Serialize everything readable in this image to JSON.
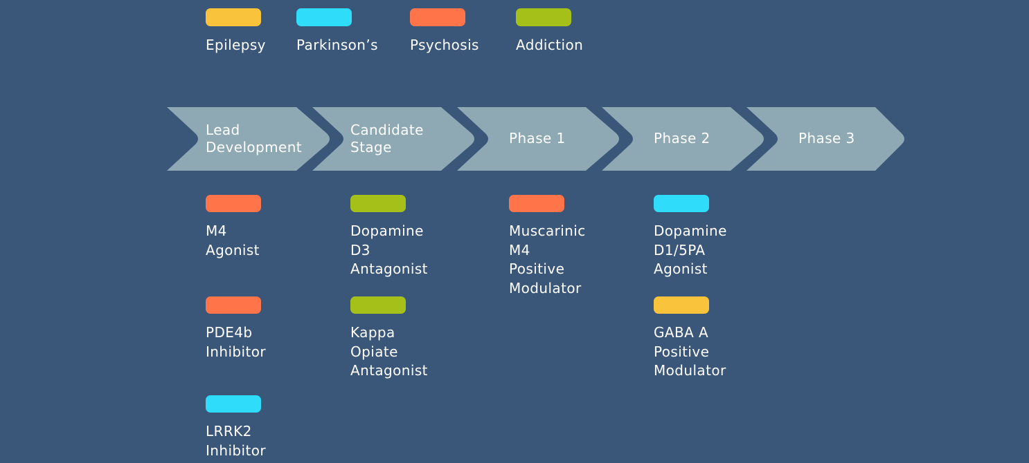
{
  "legend": [
    {
      "label": "Epilepsy",
      "color": "#f9c33b"
    },
    {
      "label": "Parkinson’s",
      "color": "#2fdcf9"
    },
    {
      "label": "Psychosis",
      "color": "#ff7549"
    },
    {
      "label": "Addiction",
      "color": "#a6c01a"
    }
  ],
  "stages": [
    {
      "label": "Lead\nDevelopment"
    },
    {
      "label": "Candidate\nStage"
    },
    {
      "label": "Phase 1"
    },
    {
      "label": "Phase 2"
    },
    {
      "label": "Phase 3"
    }
  ],
  "colors": {
    "background": "#3a5779",
    "chevron": "#8ea9b4",
    "text": "#ffffff"
  },
  "programs": [
    {
      "stage": 0,
      "label": "M4\nAgonist",
      "color": "#ff7549"
    },
    {
      "stage": 0,
      "label": "PDE4b\nInhibitor",
      "color": "#ff7549"
    },
    {
      "stage": 0,
      "label": "LRRK2\nInhibitor",
      "color": "#2fdcf9"
    },
    {
      "stage": 1,
      "label": "Dopamine\nD3\nAntagonist",
      "color": "#a6c01a"
    },
    {
      "stage": 1,
      "label": "Kappa\nOpiate\nAntagonist",
      "color": "#a6c01a"
    },
    {
      "stage": 2,
      "label": "Muscarinic\nM4\nPositive\nModulator",
      "color": "#ff7549"
    },
    {
      "stage": 3,
      "label": "Dopamine\nD1/5PA\nAgonist",
      "color": "#2fdcf9"
    },
    {
      "stage": 3,
      "label": "GABA A\nPositive\nModulator",
      "color": "#f9c33b"
    }
  ]
}
